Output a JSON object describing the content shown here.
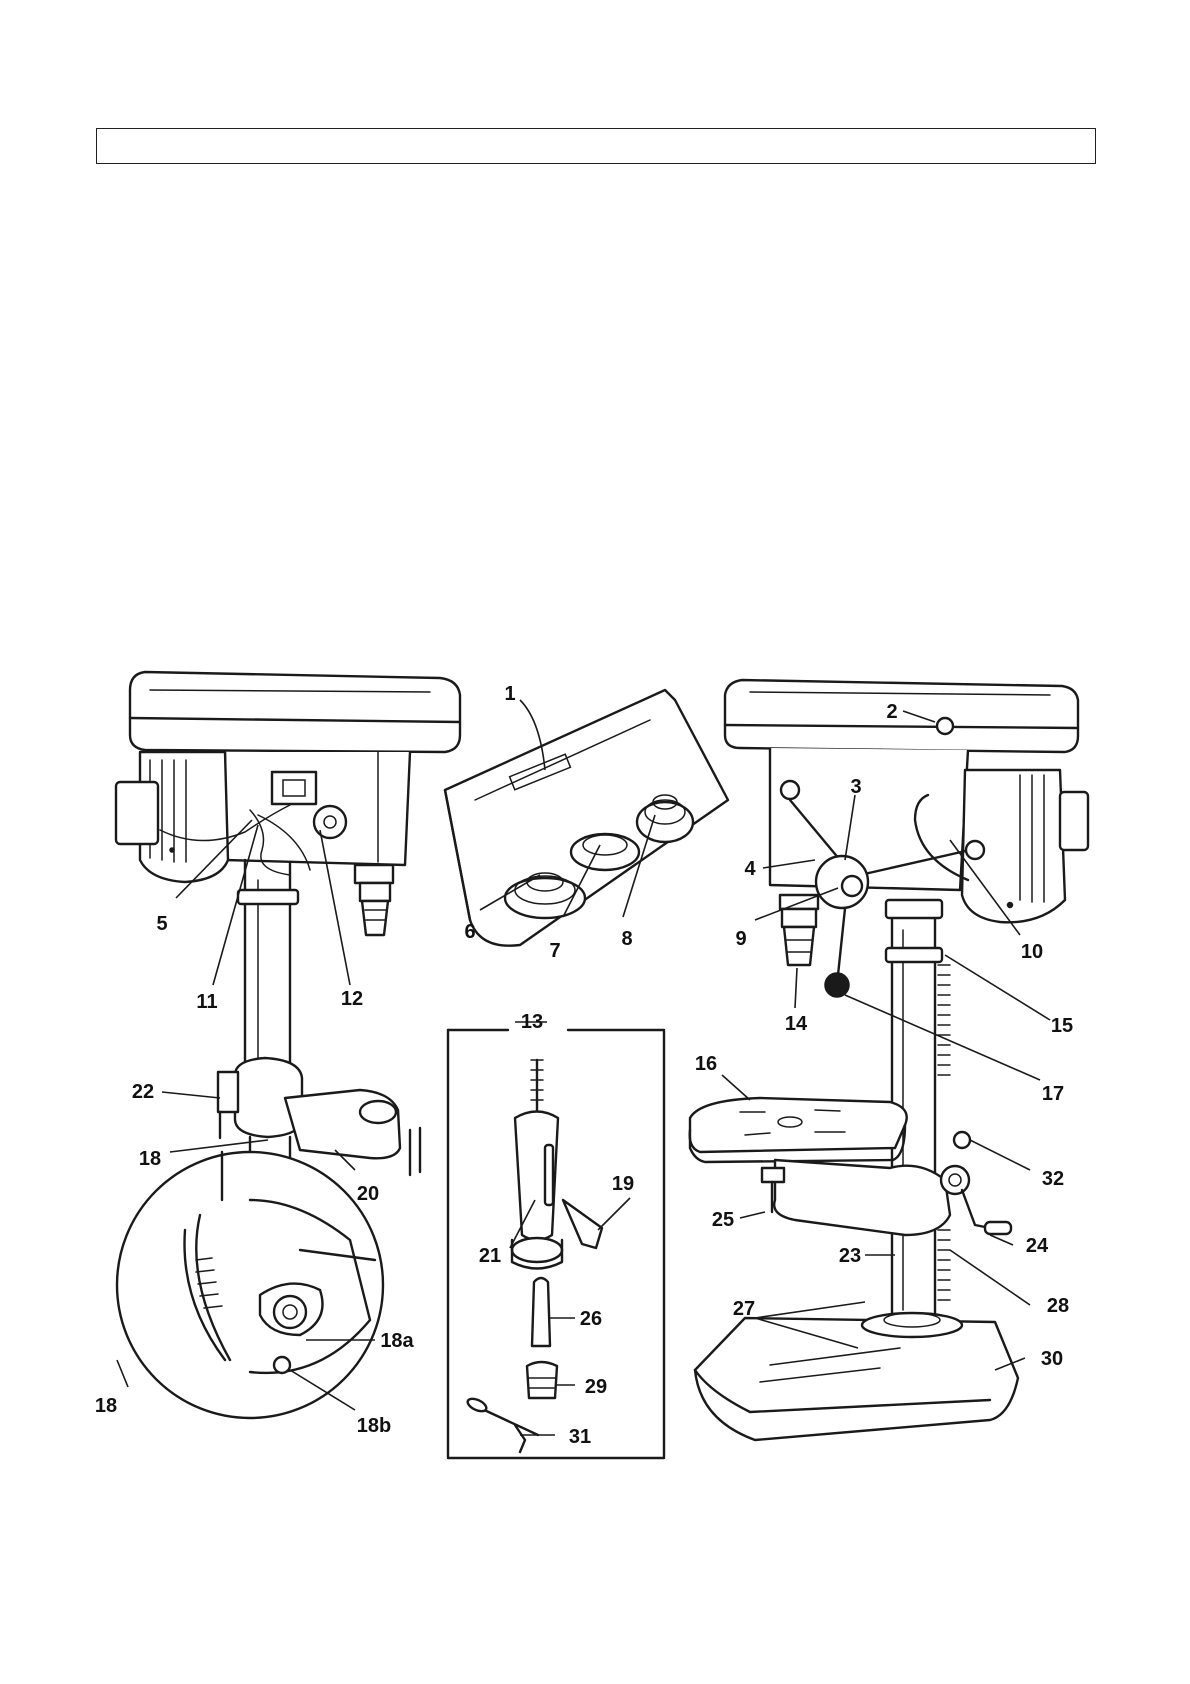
{
  "header": {
    "text": ""
  },
  "callouts": [
    {
      "id": "1",
      "label": "1"
    },
    {
      "id": "2",
      "label": "2"
    },
    {
      "id": "3",
      "label": "3"
    },
    {
      "id": "4",
      "label": "4"
    },
    {
      "id": "5",
      "label": "5"
    },
    {
      "id": "6",
      "label": "6"
    },
    {
      "id": "7",
      "label": "7"
    },
    {
      "id": "8",
      "label": "8"
    },
    {
      "id": "9",
      "label": "9"
    },
    {
      "id": "10",
      "label": "10"
    },
    {
      "id": "11",
      "label": "11"
    },
    {
      "id": "12",
      "label": "12"
    },
    {
      "id": "13",
      "label": "13"
    },
    {
      "id": "14",
      "label": "14"
    },
    {
      "id": "15",
      "label": "15"
    },
    {
      "id": "16",
      "label": "16"
    },
    {
      "id": "17",
      "label": "17"
    },
    {
      "id": "18",
      "label": "18"
    },
    {
      "id": "18-detail",
      "label": "18"
    },
    {
      "id": "18a",
      "label": "18a"
    },
    {
      "id": "18b",
      "label": "18b"
    },
    {
      "id": "19",
      "label": "19"
    },
    {
      "id": "20",
      "label": "20"
    },
    {
      "id": "21",
      "label": "21"
    },
    {
      "id": "22",
      "label": "22"
    },
    {
      "id": "23",
      "label": "23"
    },
    {
      "id": "24",
      "label": "24"
    },
    {
      "id": "25",
      "label": "25"
    },
    {
      "id": "26",
      "label": "26"
    },
    {
      "id": "27",
      "label": "27"
    },
    {
      "id": "28",
      "label": "28"
    },
    {
      "id": "29",
      "label": "29"
    },
    {
      "id": "30",
      "label": "30"
    },
    {
      "id": "31",
      "label": "31"
    },
    {
      "id": "32",
      "label": "32"
    }
  ]
}
